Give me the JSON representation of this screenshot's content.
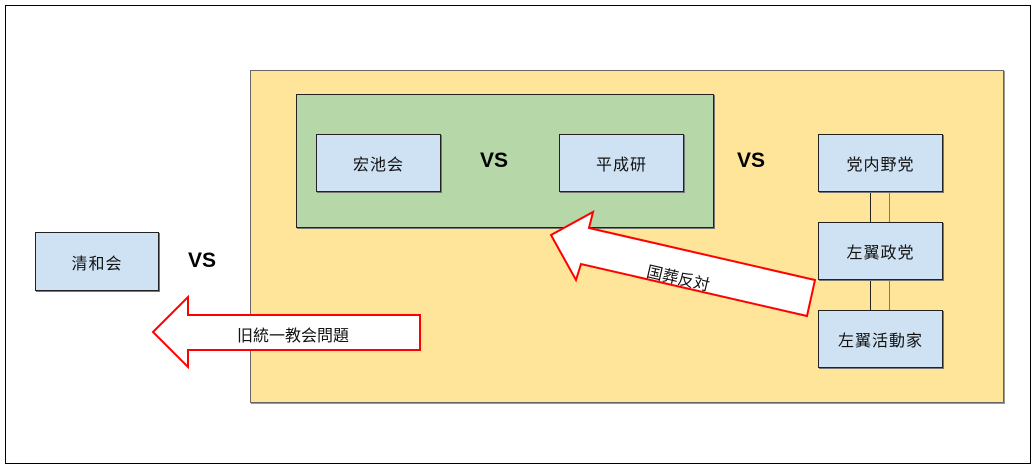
{
  "diagram": {
    "colors": {
      "group_fill": "#ffe599",
      "subgroup_fill": "#b6d7a8",
      "node_fill": "#cfe2f3",
      "arrow_stroke": "#ff0000",
      "arrow_fill": "#ffffff"
    },
    "nodes": {
      "kochikai": "宏池会",
      "heiseiken": "平成研",
      "seiwakai": "清和会",
      "party_internal_opposition": "党内野党",
      "left_wing_parties": "左翼政党",
      "left_wing_activists": "左翼活動家"
    },
    "vs_labels": {
      "kochikai_vs_heiseiken": "VS",
      "green_vs_opposition": "VS",
      "seiwakai_vs_group": "VS"
    },
    "arrows": {
      "unification_church": {
        "label": "旧統一教会問題",
        "direction": "left"
      },
      "state_funeral": {
        "label": "国葬反対",
        "direction": "up-left"
      }
    },
    "connections": [
      [
        "party_internal_opposition",
        "left_wing_parties"
      ],
      [
        "left_wing_parties",
        "left_wing_activists"
      ]
    ]
  }
}
